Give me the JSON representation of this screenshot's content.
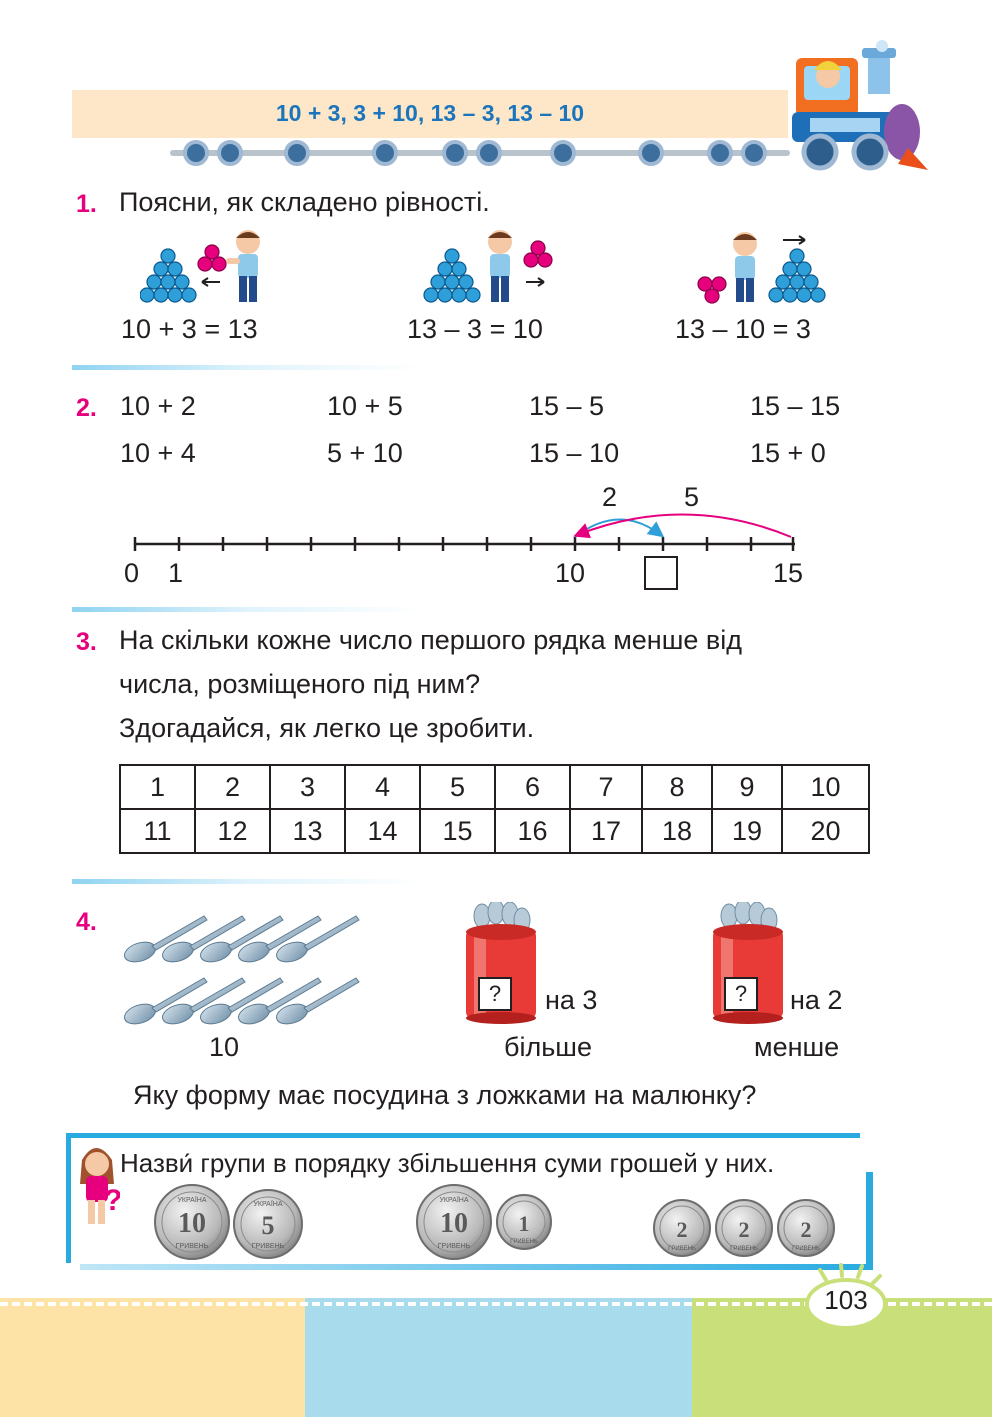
{
  "header": {
    "banner": "10 + 3, 3 + 10, 13 – 3, 13 – 10"
  },
  "task1": {
    "number": "1.",
    "instruction": "Поясни, як складено рівності.",
    "equations": [
      "10 + 3 = 13",
      "13 – 3 = 10",
      "13 – 10 = 3"
    ]
  },
  "task2": {
    "number": "2.",
    "expressions": [
      [
        "10 + 2",
        "10 + 5",
        "15 – 5",
        "15 – 15"
      ],
      [
        "10 + 4",
        "5 + 10",
        "15 – 10",
        "15 + 0"
      ]
    ],
    "numberline": {
      "arc_labels": [
        "2",
        "5"
      ],
      "tick_labels": [
        "0",
        "1",
        "10",
        "15"
      ]
    }
  },
  "task3": {
    "number": "3.",
    "instruction_lines": [
      "На скільки кожне число першого рядка менше від",
      "числа, розміщеного під ним?",
      "Здогадайся, як легко це зробити."
    ],
    "table": {
      "row1": [
        "1",
        "2",
        "3",
        "4",
        "5",
        "6",
        "7",
        "8",
        "9",
        "10"
      ],
      "row2": [
        "11",
        "12",
        "13",
        "14",
        "15",
        "16",
        "17",
        "18",
        "19",
        "20"
      ]
    }
  },
  "task4": {
    "number": "4.",
    "spoons_count": "10",
    "cup1": {
      "box": "?",
      "label": "на 3",
      "label2": "більше"
    },
    "cup2": {
      "box": "?",
      "label": "на 2",
      "label2": "менше"
    },
    "question": "Яку форму має посудина з ложками на малюнку?"
  },
  "bonus": {
    "instruction": "Назви́ групи в порядку збільшення суми грошей у них.",
    "coin_groups": [
      [
        "10",
        "5"
      ],
      [
        "10",
        "1"
      ],
      [
        "2",
        "2",
        "2"
      ]
    ],
    "coin_text_top": "УКРАЇНА",
    "coin_text_bottom": "ГРИВЕНЬ"
  },
  "page_number": "103",
  "colors": {
    "task_number": "#e6007e",
    "banner_text": "#1b75bc",
    "banner_bg": "#fde7c8",
    "dots_blue": "#2e9fd8",
    "dots_pink": "#e6007e",
    "footer": [
      "#fde3a6",
      "#a8dcec",
      "#c9df7a"
    ]
  }
}
